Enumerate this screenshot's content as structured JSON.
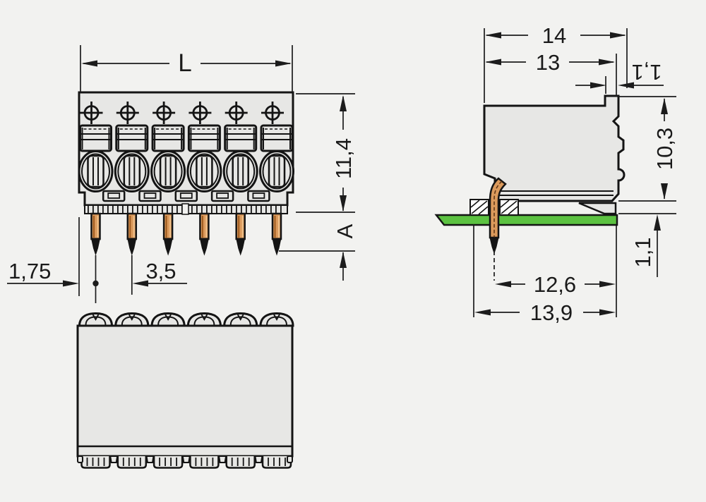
{
  "drawing": {
    "product": "6-pole PCB terminal connector dimension drawing",
    "pole_count": 6,
    "views": {
      "front": "front view",
      "bottom": "bottom view",
      "side": "side view"
    }
  },
  "dimensions": {
    "length_label": "L",
    "height_front": "11,4",
    "pin_protrusion": "A",
    "edge_to_first_pin": "1,75",
    "pin_pitch": "3,5",
    "depth_overall": "14",
    "depth_housing": "13",
    "latch_depth": "1,1",
    "height_above_board": "10,3",
    "board_clearance": "1,1",
    "pin_to_rear": "12,6",
    "front_to_rear": "13,9"
  },
  "colors": {
    "background": "#f2f2f0",
    "housing_fill": "#e7e7e5",
    "outline": "#141414",
    "pin_copper": "#db9a5c",
    "pin_copper_dark": "#9d5a1e",
    "pin_copper_light": "#f0c18a",
    "pin_tip": "#151515",
    "pcb_green": "#5cc241"
  }
}
